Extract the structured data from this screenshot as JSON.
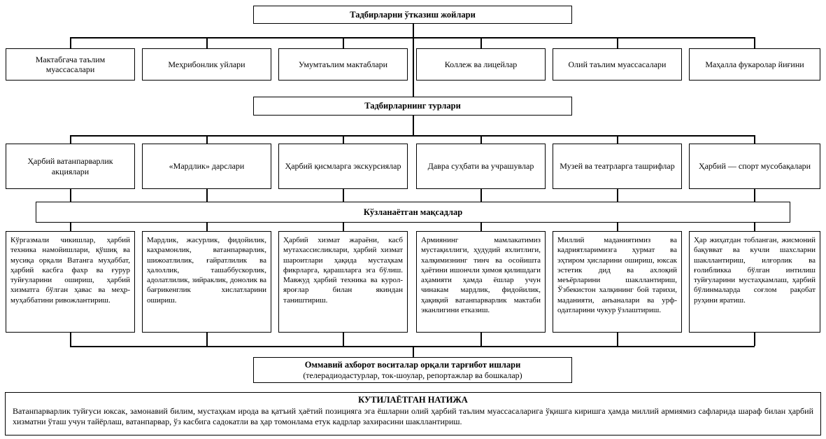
{
  "diagram": {
    "venues": {
      "header": "Тадбирларни ўтказиш жойлари",
      "items": [
        "Мактабгача таълим муассасалари",
        "Меҳрибонлик уйлари",
        "Умумтаълим мактаблари",
        "Коллеж ва лицейлар",
        "Олий таълим муассасалари",
        "Маҳалла фукаролар йиғини"
      ]
    },
    "types": {
      "header": "Тадбирларнинг турлари",
      "items": [
        "Ҳарбий ватанпарварлик акциялари",
        "«Мардлик» дарслари",
        "Ҳарбий қисмларга экскурсиялар",
        "Давра суҳбати ва учрашувлар",
        "Музей ва театрларга ташрифлар",
        "Ҳарбий — спорт мусобақалари"
      ]
    },
    "goals": {
      "header": "Кўзланаётган мақсадлар",
      "items": [
        "Кўргазмали чикишлар, ҳарбий техника намойишлари, қўшиқ ва мусиқа орқали Ватанга муҳаббат, ҳарбий касбга фахр ва ғурур туйғуларини ошириш, ҳарбий хизматга бўлган ҳавас ва меҳр-муҳаббатини ривожлантириш.",
        "Мардлик, жасурлик, фидойилик, каҳрамонлик, ватанпарварлик, шижоатлилик, ғайратлилик ва ҳалоллик, ташаббускорлик, адолатлилик, зийраклик, донолик ва бағрикенглик хислатларини ошириш.",
        "Ҳарбий хизмат жараёни, касб мутахассисликлари, ҳарбий хизмат шароитлари ҳақида мустаҳкам фикрларга, қарашларга эга бўлиш. Мавжуд ҳарбий техника ва курол-яроғлар билан якиндан таништириш.",
        "Армиянинг мамлакатимиз мустақиллиги, ҳудудий яхлитлиги, халқимизнинг тинч ва осойишта ҳаётини ишончли ҳимоя қилишдаги аҳамияти ҳамда ёшлар учун чинакам мардлик, фидойилик, ҳақиқий ватанпарварлик мактаби эканлигини етказиш.",
        "Миллий маданиятимиз ва кадриятларимизга ҳурмат ва эҳтиром ҳисларини ошириш, юксак эстетик дид ва ахлоқий меъёрларини шакллантириш, Ўзбекистон халқининг бой тарихи, маданияти, анъаналари ва урф-одатларини чукур ўзлаштириш.",
        "Ҳар жиҳатдан тобланган, жисмоний бақувват ва кучли шахсларни шакллантириш, илғорлик ва ғолибликка бўлган интилиш туйғуларини мустаҳкамлаш, ҳарбий бўлинмаларда соғлом рақобат руҳини яратиш."
      ]
    },
    "media": {
      "title": "Оммавий ахборот воситалар орқали тарғибот ишлари",
      "subtitle": "(телерадиодастурлар, ток-шоулар, репортажлар ва бошкалар)"
    },
    "result": {
      "title": "КУТИЛАЁТГАН НАТИЖА",
      "body": "Ватанпарварлик туйғуси юксак, замонавий билим, мустаҳкам ирода ва қатъий ҳаётий позицияга эга ёшларни олий ҳарбий таълим муассасаларига ўқишга киришга ҳамда миллий армиямиз сафларида шараф билан ҳарбий хизматни ўташ учун тайёрлаш, ватанпарвар, ўз касбига садокатли ва ҳар томонлама етук кадрлар захирасини шакллантириш."
    }
  },
  "colors": {
    "border": "#000000",
    "background": "#ffffff",
    "text": "#000000"
  }
}
